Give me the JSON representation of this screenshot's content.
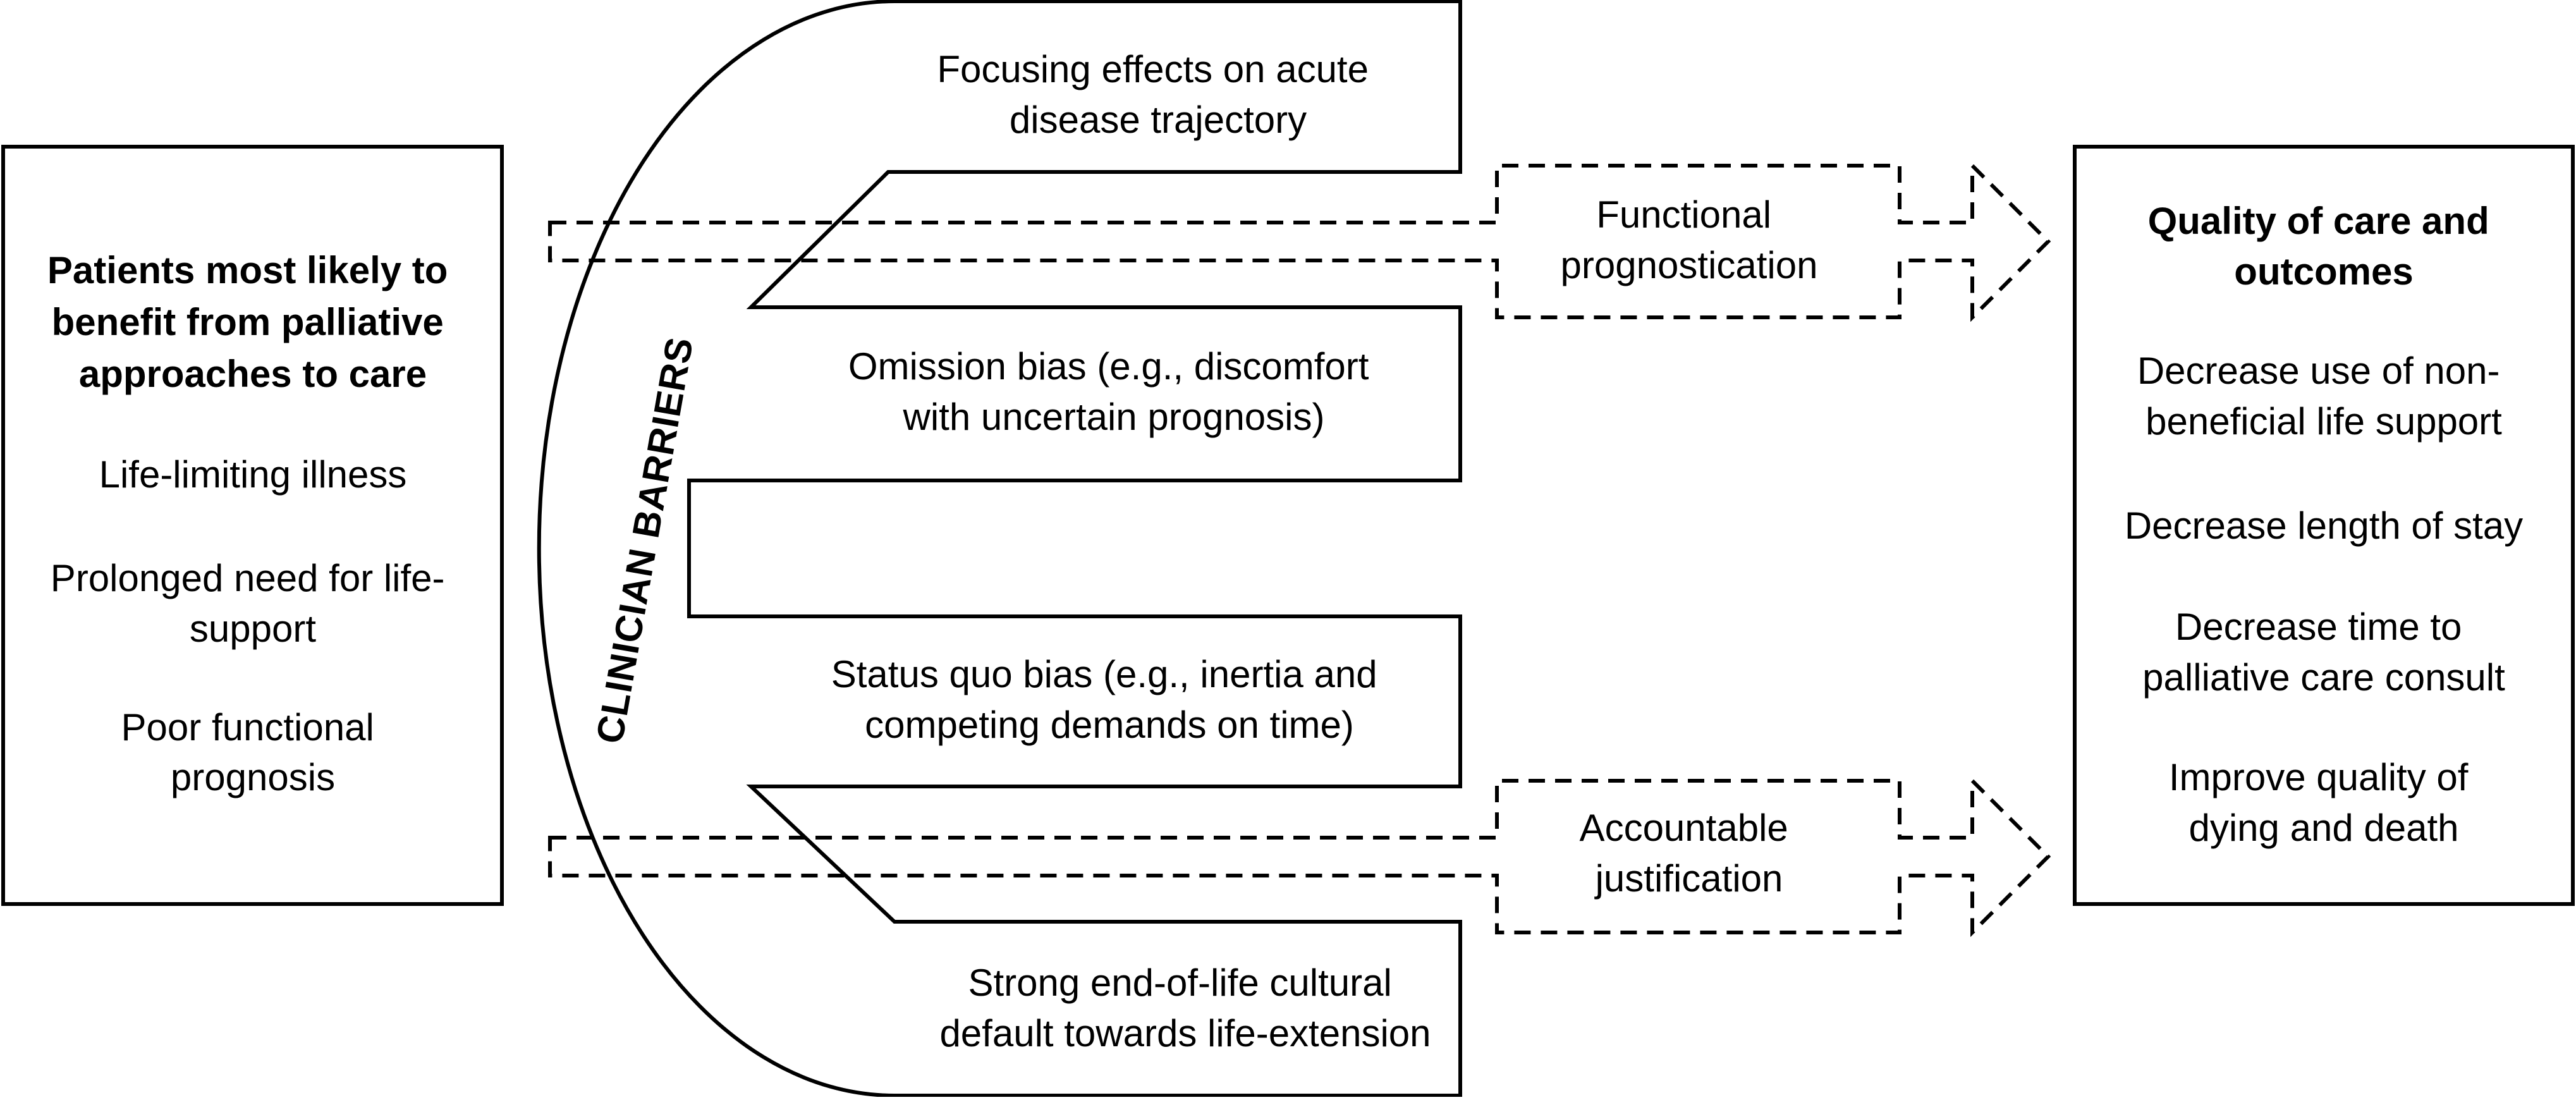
{
  "left_box": {
    "title_lines": [
      "Patients most likely to",
      "benefit from palliative",
      "approaches to care"
    ],
    "items": [
      {
        "lines": [
          "Life-limiting illness"
        ]
      },
      {
        "lines": [
          "Prolonged need for life-",
          "support"
        ]
      },
      {
        "lines": [
          "Poor functional",
          "prognosis"
        ]
      }
    ]
  },
  "barriers": {
    "label": "CLINICIAN BARRIERS",
    "items": [
      {
        "lines": [
          "Focusing effects on acute",
          "disease trajectory"
        ]
      },
      {
        "lines": [
          "Omission bias (e.g., discomfort",
          "with uncertain prognosis)"
        ]
      },
      {
        "lines": [
          "Status quo bias (e.g., inertia and",
          "competing demands on time)"
        ]
      },
      {
        "lines": [
          "Strong end-of-life cultural",
          "default towards life-extension"
        ]
      }
    ]
  },
  "interventions": [
    {
      "lines": [
        "Functional",
        "prognostication"
      ]
    },
    {
      "lines": [
        "Accountable",
        "justification"
      ]
    }
  ],
  "right_box": {
    "title_lines": [
      "Quality of care and",
      "outcomes"
    ],
    "items": [
      {
        "lines": [
          "Decrease use of non-",
          "beneficial life support"
        ]
      },
      {
        "lines": [
          "Decrease length of stay"
        ]
      },
      {
        "lines": [
          "Decrease time to",
          "palliative care consult"
        ]
      },
      {
        "lines": [
          "Improve quality of",
          "dying and death"
        ]
      }
    ]
  }
}
